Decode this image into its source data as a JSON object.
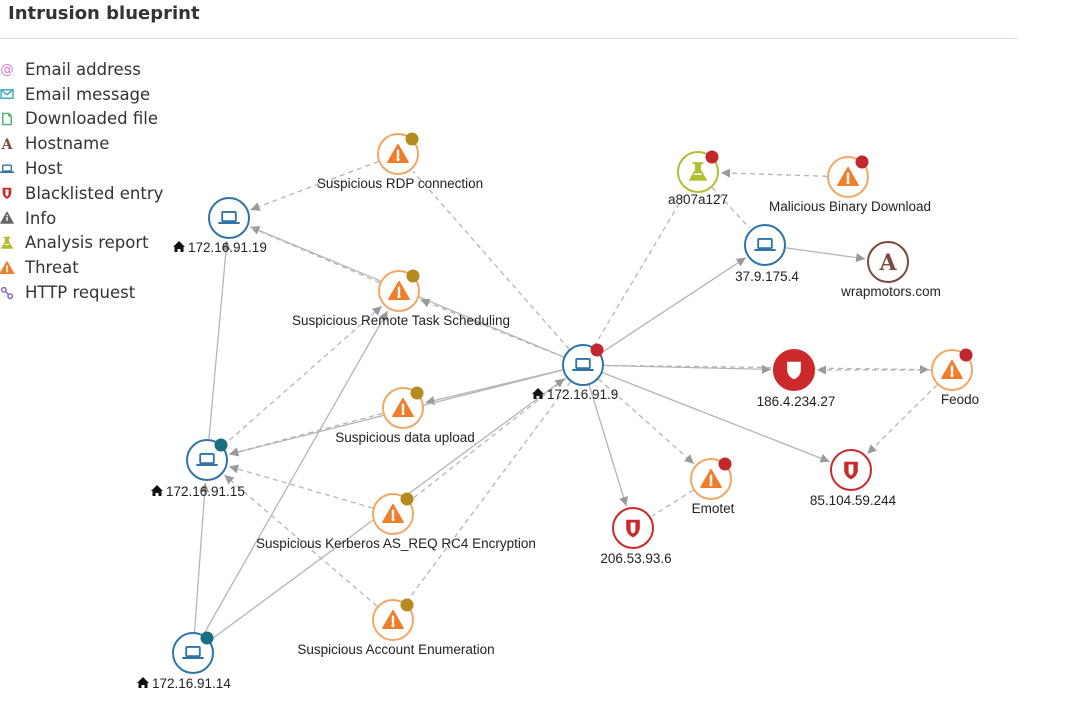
{
  "page": {
    "title": "Intrusion blueprint"
  },
  "colors": {
    "host": "#2f73a8",
    "threat": "#f07d2b",
    "threat_ring": "#f2a766",
    "blacklist": "#cc2a2a",
    "analysis": "#b4bd33",
    "hostname": "#7b4a3e",
    "email_address": "#d873c9",
    "email_message": "#3aa3c2",
    "downloaded_file": "#4caf6d",
    "info": "#666666",
    "http": "#8c5bc2",
    "badge_red": "#c1272d",
    "badge_gold": "#b58a1e",
    "badge_teal": "#1a6e80",
    "edge": "#b5b5b5"
  },
  "legend": [
    {
      "icon": "at-icon",
      "label": "Email address"
    },
    {
      "icon": "envelope-icon",
      "label": "Email message"
    },
    {
      "icon": "file-icon",
      "label": "Downloaded file"
    },
    {
      "icon": "letter-a-icon",
      "label": "Hostname"
    },
    {
      "icon": "laptop-icon",
      "label": "Host"
    },
    {
      "icon": "shield-icon",
      "label": "Blacklisted entry"
    },
    {
      "icon": "info-triangle-icon",
      "label": "Info"
    },
    {
      "icon": "flask-icon",
      "label": "Analysis report"
    },
    {
      "icon": "warning-icon",
      "label": "Threat"
    },
    {
      "icon": "link-icon",
      "label": "HTTP request"
    }
  ],
  "graph": {
    "nodes": [
      {
        "id": "rdp",
        "type": "threat",
        "label": "Suspicious RDP connection",
        "badge": "gold"
      },
      {
        "id": "h19",
        "type": "host",
        "label": "172.16.91.19",
        "home": true
      },
      {
        "id": "task",
        "type": "threat",
        "label": "Suspicious Remote Task Scheduling",
        "badge": "gold"
      },
      {
        "id": "upload",
        "type": "threat",
        "label": "Suspicious data upload",
        "badge": "gold"
      },
      {
        "id": "h15",
        "type": "host",
        "label": "172.16.91.15",
        "home": true,
        "badge": "teal"
      },
      {
        "id": "kerb",
        "type": "threat",
        "label": "Suspicious Kerberos AS_REQ RC4 Encryption",
        "badge": "gold"
      },
      {
        "id": "enum",
        "type": "threat",
        "label": "Suspicious Account Enumeration",
        "badge": "gold"
      },
      {
        "id": "h14",
        "type": "host",
        "label": "172.16.91.14",
        "home": true,
        "badge": "teal"
      },
      {
        "id": "h9",
        "type": "host",
        "label": "172.16.91.9",
        "home": true,
        "badge": "red"
      },
      {
        "id": "a807",
        "type": "analysis",
        "label": "a807a127",
        "badge": "red"
      },
      {
        "id": "mbd",
        "type": "threat",
        "label": "Malicious Binary Download",
        "badge": "red"
      },
      {
        "id": "ip37",
        "type": "host",
        "label": "37.9.175.4"
      },
      {
        "id": "wrap",
        "type": "hostname",
        "label": "wrapmotors.com"
      },
      {
        "id": "ip186",
        "type": "blacklist_filled",
        "label": "186.4.234.27"
      },
      {
        "id": "feodo",
        "type": "threat",
        "label": "Feodo",
        "badge": "red"
      },
      {
        "id": "ip85",
        "type": "blacklist",
        "label": "85.104.59.244"
      },
      {
        "id": "emotet",
        "type": "threat",
        "label": "Emotet",
        "badge": "red"
      },
      {
        "id": "ip206",
        "type": "blacklist",
        "label": "206.53.93.6"
      }
    ],
    "edges": [
      {
        "from": "rdp",
        "to": "h19",
        "style": "dashed",
        "arrow": "end"
      },
      {
        "from": "h9",
        "to": "rdp",
        "style": "dashed",
        "arrow": "none"
      },
      {
        "from": "h9",
        "to": "h19",
        "style": "solid",
        "arrow": "end"
      },
      {
        "from": "h9",
        "to": "task",
        "style": "dashed",
        "arrow": "end"
      },
      {
        "from": "task",
        "to": "h19",
        "style": "dashed",
        "arrow": "none"
      },
      {
        "from": "h9",
        "to": "upload",
        "style": "solid",
        "arrow": "end"
      },
      {
        "from": "h9",
        "to": "h15",
        "style": "solid",
        "arrow": "end"
      },
      {
        "from": "upload",
        "to": "h15",
        "style": "dashed",
        "arrow": "end"
      },
      {
        "from": "h15",
        "to": "task",
        "style": "dashed",
        "arrow": "end"
      },
      {
        "from": "h15",
        "to": "h19",
        "style": "solid",
        "arrow": "end"
      },
      {
        "from": "kerb",
        "to": "h15",
        "style": "dashed",
        "arrow": "end"
      },
      {
        "from": "h9",
        "to": "kerb",
        "style": "dashed",
        "arrow": "none"
      },
      {
        "from": "h14",
        "to": "task",
        "style": "solid",
        "arrow": "end"
      },
      {
        "from": "h14",
        "to": "h15",
        "style": "solid",
        "arrow": "end"
      },
      {
        "from": "h14",
        "to": "h9",
        "style": "solid",
        "arrow": "end"
      },
      {
        "from": "enum",
        "to": "h15",
        "style": "dashed",
        "arrow": "end"
      },
      {
        "from": "h9",
        "to": "enum",
        "style": "dashed",
        "arrow": "none"
      },
      {
        "from": "h9",
        "to": "a807",
        "style": "dashed",
        "arrow": "none"
      },
      {
        "from": "mbd",
        "to": "a807",
        "style": "dashed",
        "arrow": "end"
      },
      {
        "from": "a807",
        "to": "ip37",
        "style": "dashed",
        "arrow": "none"
      },
      {
        "from": "h9",
        "to": "ip37",
        "style": "solid",
        "arrow": "end"
      },
      {
        "from": "ip37",
        "to": "wrap",
        "style": "solid",
        "arrow": "end"
      },
      {
        "from": "h9",
        "to": "ip186",
        "style": "solid",
        "arrow": "end"
      },
      {
        "from": "h9",
        "to": "feodo",
        "style": "dashed",
        "arrow": "end"
      },
      {
        "from": "feodo",
        "to": "ip186",
        "style": "dashed",
        "arrow": "end"
      },
      {
        "from": "feodo",
        "to": "ip85",
        "style": "dashed",
        "arrow": "end"
      },
      {
        "from": "h9",
        "to": "ip85",
        "style": "solid",
        "arrow": "end"
      },
      {
        "from": "h9",
        "to": "ip206",
        "style": "solid",
        "arrow": "end"
      },
      {
        "from": "h9",
        "to": "emotet",
        "style": "dashed",
        "arrow": "end"
      },
      {
        "from": "emotet",
        "to": "ip206",
        "style": "dashed",
        "arrow": "none"
      }
    ]
  }
}
